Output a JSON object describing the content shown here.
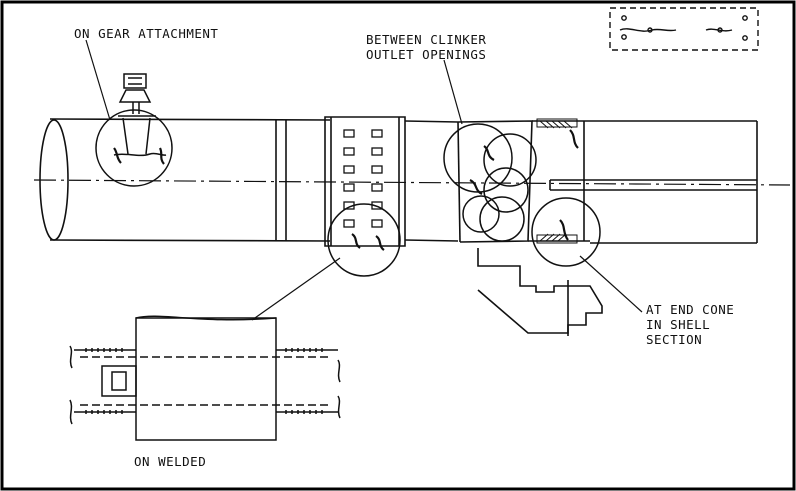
{
  "labels": {
    "gear": "ON GEAR ATTACHMENT",
    "clinker_line1": "BETWEEN CLINKER",
    "clinker_line2": "OUTLET OPENINGS",
    "endcone_line1": "AT END CONE",
    "endcone_line2": "IN SHELL",
    "endcone_line3": "SECTION",
    "welded": "ON WELDED"
  },
  "colors": {
    "ink": "#111111",
    "frame": "#000000",
    "paper": "#ffffff"
  }
}
